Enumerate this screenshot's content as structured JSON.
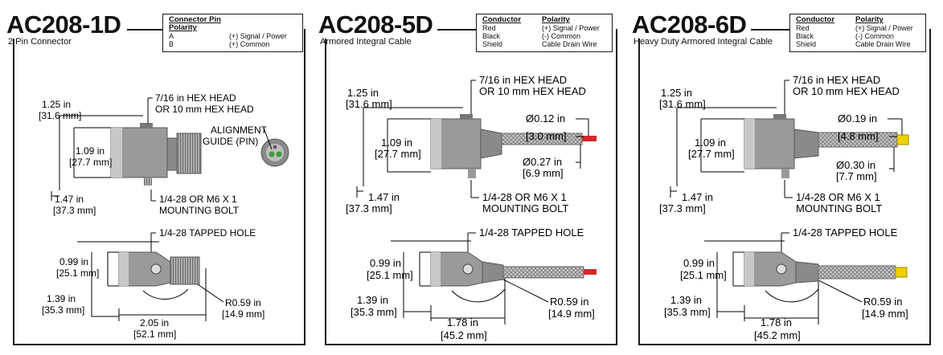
{
  "panels": [
    {
      "model": "AC208-1D",
      "subtitle": "2 Pin Connector",
      "table": {
        "headers": [
          "Connector Pin",
          "Polarity"
        ],
        "rows": [
          [
            "A",
            "(+) Signal / Power"
          ],
          [
            "B",
            "(+) Common"
          ]
        ]
      },
      "labels": {
        "height": [
          "1.25 in",
          "[31.6 mm]"
        ],
        "hex": [
          "7/16 in HEX HEAD",
          "OR 10 mm HEX HEAD"
        ],
        "alignment": [
          "ALIGNMENT",
          "GUIDE (PIN)"
        ],
        "inner_height": [
          "1.09 in",
          "[27.7 mm]"
        ],
        "side_width": [
          "1.47 in",
          "[37.3 mm]"
        ],
        "bolt": [
          "1/4-28 OR M6 X 1",
          "MOUNTING BOLT"
        ],
        "tapped": "1/4-28 TAPPED HOLE",
        "body_height": [
          "0.99 in",
          "[25.1 mm]"
        ],
        "body_width": [
          "1.39 in",
          "[35.3 mm]"
        ],
        "length": [
          "2.05 in",
          "[52.1 mm]"
        ],
        "radius": [
          "R0.59 in",
          "[14.9 mm]"
        ]
      }
    },
    {
      "model": "AC208-5D",
      "subtitle": "Armored Integral Cable",
      "table": {
        "headers": [
          "Conductor",
          "Polarity"
        ],
        "rows": [
          [
            "Red",
            "(+) Signal / Power"
          ],
          [
            "Black",
            "(-) Common"
          ],
          [
            "Shield",
            "Cable Drain Wire"
          ]
        ]
      },
      "labels": {
        "height": [
          "1.25 in",
          "[31.6 mm]"
        ],
        "hex": [
          "7/16 in HEX HEAD",
          "OR 10 mm HEX HEAD"
        ],
        "wire_dia": [
          "Ø0.12 in",
          "[3.0 mm]"
        ],
        "inner_height": [
          "1.09 in",
          "[27.7 mm]"
        ],
        "cable_dia": [
          "Ø0.27 in",
          "[6.9 mm]"
        ],
        "side_width": [
          "1.47 in",
          "[37.3 mm]"
        ],
        "bolt": [
          "1/4-28 OR M6 X 1",
          "MOUNTING BOLT"
        ],
        "tapped": "1/4-28 TAPPED HOLE",
        "body_height": [
          "0.99 in",
          "[25.1 mm]"
        ],
        "body_width": [
          "1.39 in",
          "[35.3 mm]"
        ],
        "length": [
          "1.78 in",
          "[45.2 mm]"
        ],
        "radius": [
          "R0.59 in",
          "[14.9 mm]"
        ]
      }
    },
    {
      "model": "AC208-6D",
      "subtitle": "Heavy Duty Armored Integral Cable",
      "table": {
        "headers": [
          "Conductor",
          "Polarity"
        ],
        "rows": [
          [
            "Red",
            "(+) Signal / Power"
          ],
          [
            "Black",
            "(-) Common"
          ],
          [
            "Shield",
            "Cable Drain Wire"
          ]
        ]
      },
      "labels": {
        "height": [
          "1.25 in",
          "[31.6 mm]"
        ],
        "hex": [
          "7/16 in HEX HEAD",
          "OR 10 mm HEX HEAD"
        ],
        "wire_dia": [
          "Ø0.19 in",
          "[4.8 mm]"
        ],
        "inner_height": [
          "1.09 in",
          "[27.7 mm]"
        ],
        "cable_dia": [
          "Ø0.30 in",
          "[7.7 mm]"
        ],
        "side_width": [
          "1.47 in",
          "[37.3 mm]"
        ],
        "bolt": [
          "1/4-28 OR M6 X 1",
          "MOUNTING BOLT"
        ],
        "tapped": "1/4-28 TAPPED HOLE",
        "body_height": [
          "0.99 in",
          "[25.1 mm]"
        ],
        "body_width": [
          "1.39 in",
          "[35.3 mm]"
        ],
        "length": [
          "1.78 in",
          "[45.2 mm]"
        ],
        "radius": [
          "R0.59 in",
          "[14.9 mm]"
        ]
      }
    }
  ],
  "colors": {
    "body_gray": "#9a9a9a",
    "body_dark": "#6f6f6f",
    "wire_red": "#d8262c",
    "wire_yellow": "#f0d000",
    "pin_green": "#3a9a3a"
  }
}
